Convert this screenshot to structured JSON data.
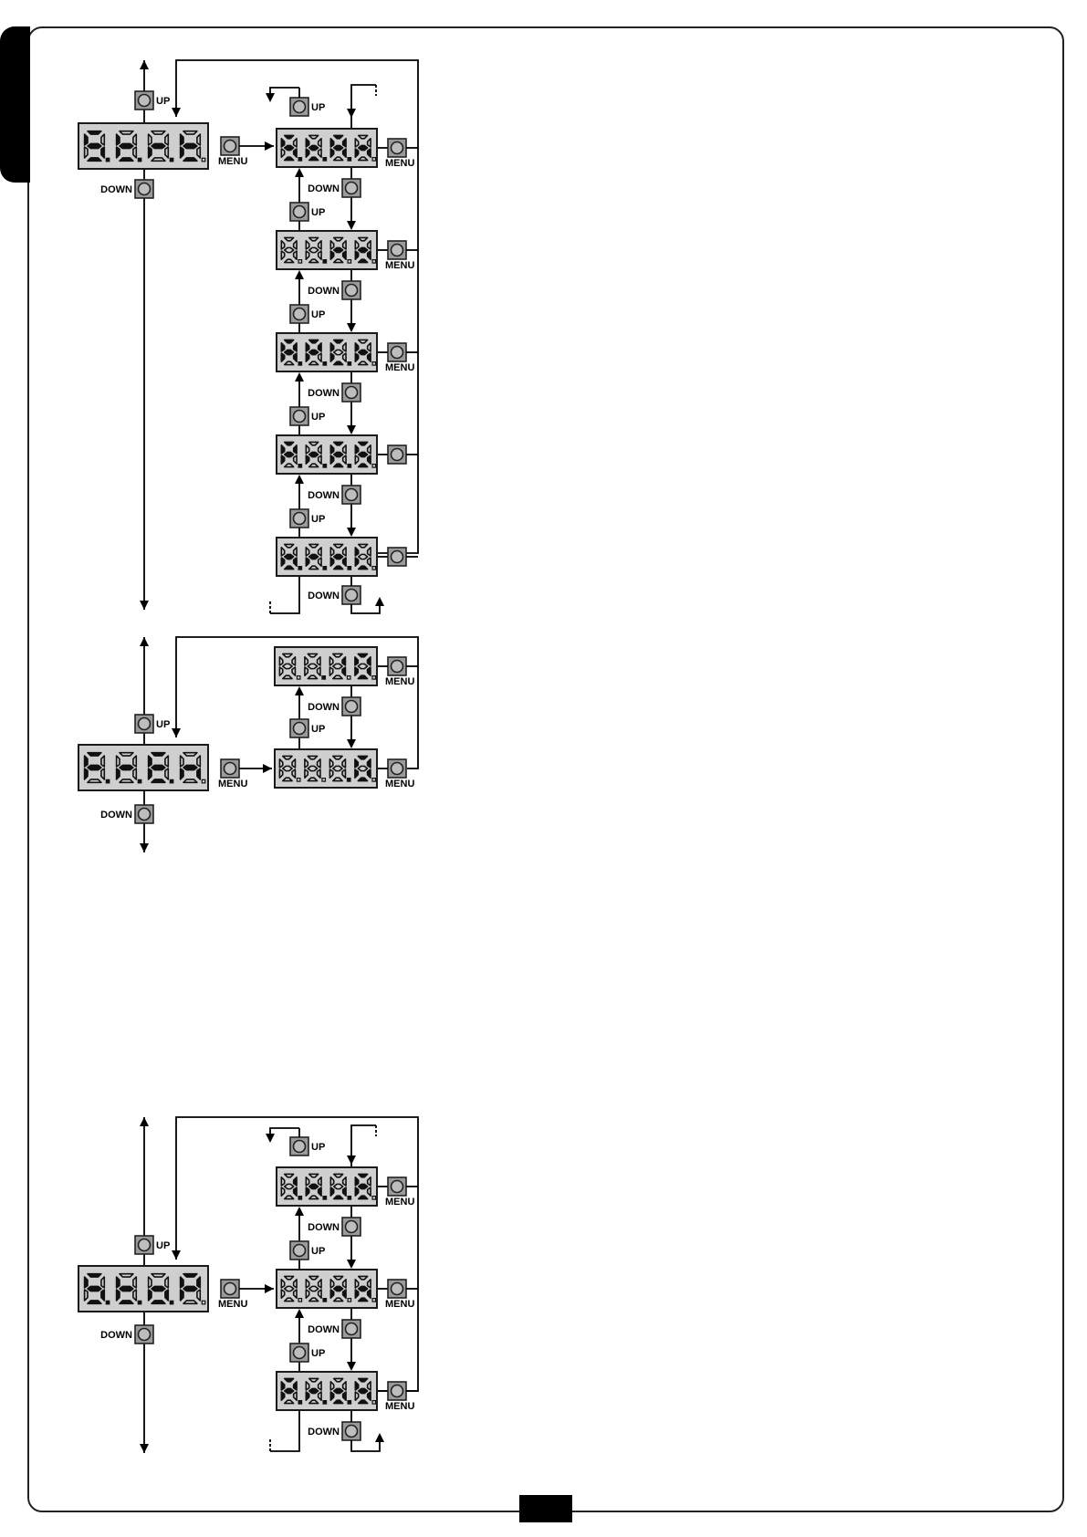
{
  "labels": {
    "up": "UP",
    "down": "DOWN",
    "menu": "MENU"
  },
  "diagrams": [
    {
      "main": "StrT",
      "sub": [
        "StAn",
        "no",
        "AP.Ch",
        "PrES",
        "orol"
      ]
    },
    {
      "main": "FrEn",
      "sub": [
        "10",
        "0"
      ]
    },
    {
      "main": "StoP",
      "sub": [
        "InuE",
        "no",
        "ProS"
      ]
    }
  ]
}
